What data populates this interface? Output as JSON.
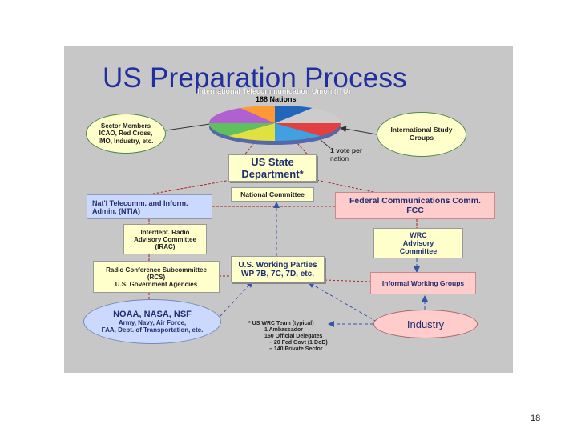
{
  "slide": {
    "title": "US Preparation Process",
    "itu_label": "International Telecommunication Union (ITU)",
    "nations_label": "188 Nations",
    "vote_label": [
      "1 vote per",
      "nation"
    ],
    "page_number": "18"
  },
  "nodes": {
    "sector_members": [
      "Sector Members",
      "ICAO, Red Cross,",
      "IMO, Industry, etc."
    ],
    "intl_study_groups": [
      "International Study",
      "Groups"
    ],
    "us_state_dept": [
      "US State",
      "Department*"
    ],
    "national_committee": "National Committee",
    "ntia": [
      "Nat'l Telecomm. and Inform.",
      "Admin. (NTIA)"
    ],
    "fcc": [
      "Federal Communications Comm.",
      "FCC"
    ],
    "irac": [
      "Interdept. Radio",
      "Advisory Committee",
      "(IRAC)"
    ],
    "wrc_advisory": [
      "WRC",
      "Advisory",
      "Committee"
    ],
    "rcs": [
      "Radio Conference Subcommittee",
      "(RCS)",
      "U.S. Government Agencies"
    ],
    "us_working_parties": [
      "U.S. Working Parties",
      "WP 7B, 7C, 7D, etc."
    ],
    "informal_working_groups": "Informal Working Groups",
    "agencies": [
      "NOAA, NASA, NSF",
      "Army, Navy, Air Force,",
      "FAA, Dept. of Transportation, etc."
    ],
    "industry": "Industry"
  },
  "wrc_team": [
    "* US WRC  Team (typical)",
    "1 Ambassador",
    "160 Official Delegates",
    "– 20 Fed Govt (1 DoD)",
    "– 140 Private Sector"
  ],
  "colors": {
    "slide_bg": "#c7c7c7",
    "title": "#1f2f9f",
    "oval_fill": "#ffffcc",
    "fcc_fill": "#ffcccc",
    "ntia_fill": "#ccd9ff",
    "industry_fill": "#ffcccc",
    "agencies_fill": "#ccd9ff"
  }
}
